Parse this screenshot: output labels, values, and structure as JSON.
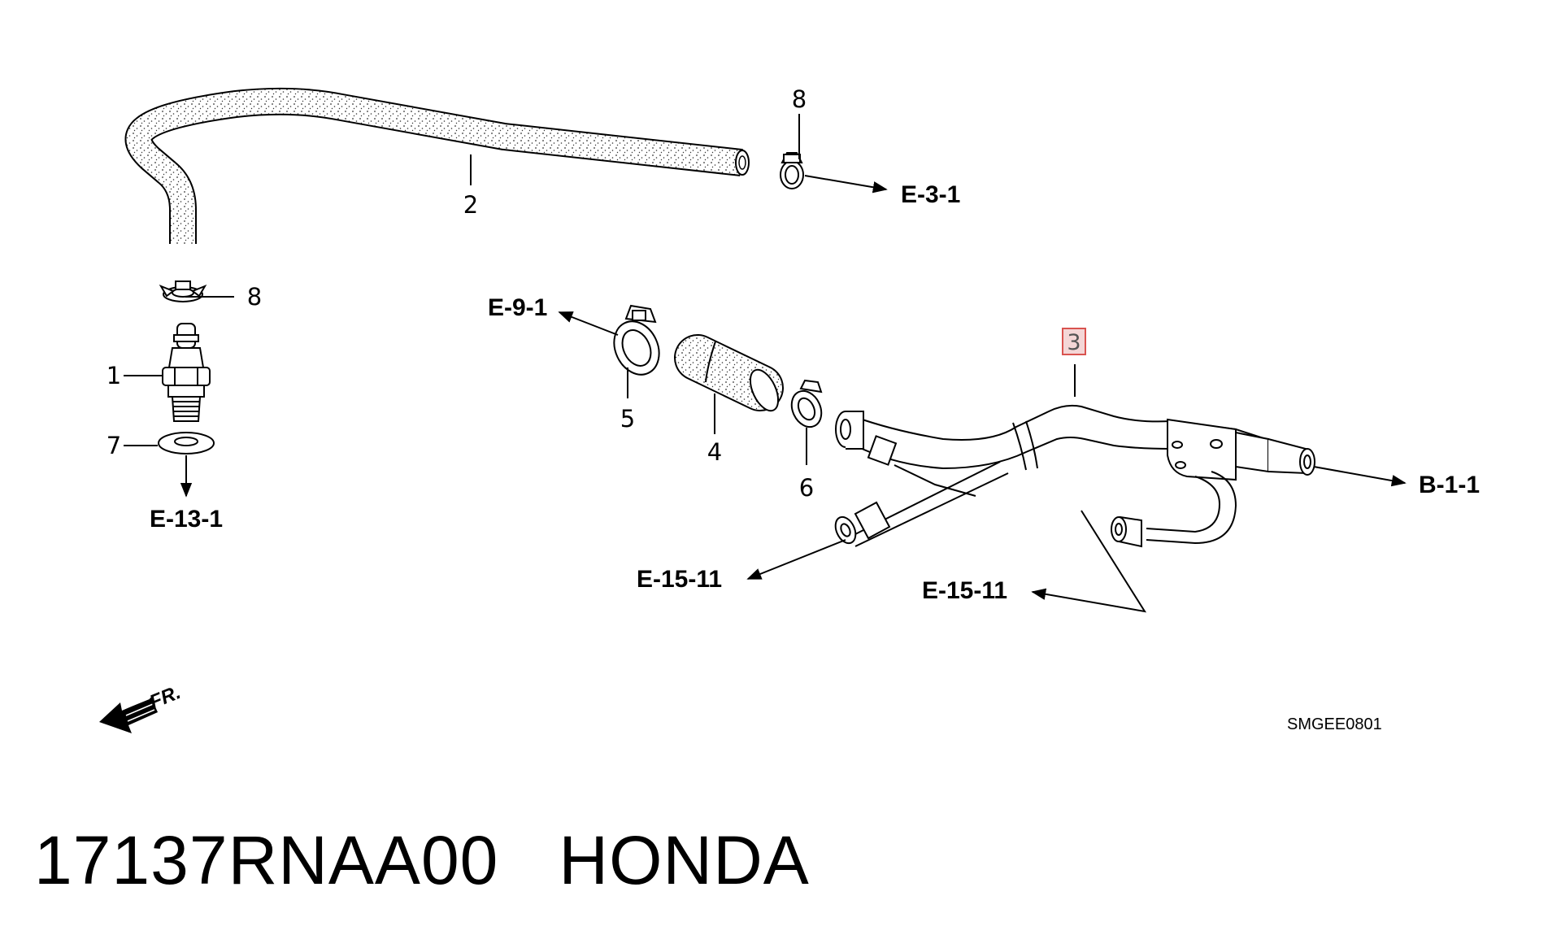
{
  "callouts": {
    "c1": "1",
    "c2": "2",
    "c3": "3",
    "c4": "4",
    "c5": "5",
    "c6": "6",
    "c7": "7",
    "c8a": "8",
    "c8b": "8"
  },
  "refs": {
    "e3_1": "E-3-1",
    "e9_1": "E-9-1",
    "e13_1": "E-13-1",
    "b1_1": "B-1-1",
    "e15_11_left": "E-15-11",
    "e15_11_right": "E-15-11"
  },
  "fr_label": "FR.",
  "diagram_code": "SMGEE0801",
  "footer": {
    "part_number": "17137RNAA00",
    "brand": "HONDA"
  },
  "highlight_color": "#d9534f",
  "highlight_fill": "#f4d6d6"
}
